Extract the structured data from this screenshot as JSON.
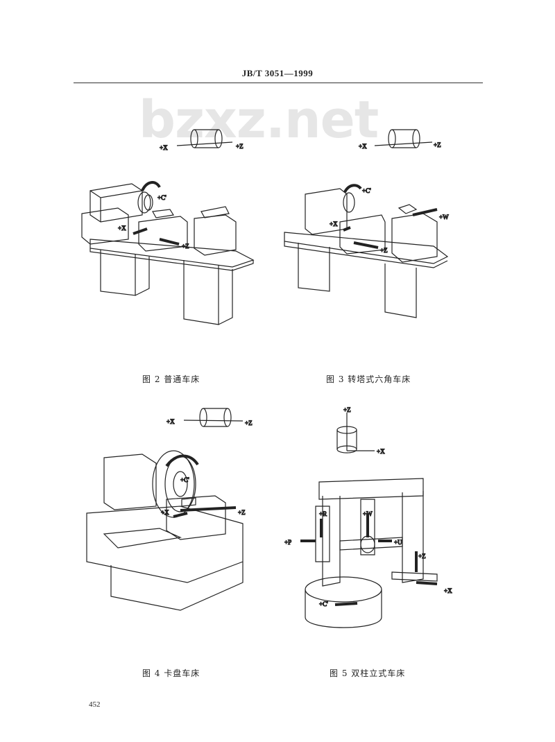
{
  "header": {
    "standard_no": "JB/T 3051—1999"
  },
  "watermark": "bzxz.net",
  "figures": [
    {
      "caption": "图 2   普通车床",
      "labels": {
        "x_axis": "+X",
        "z_axis": "+Z",
        "c": "+C'",
        "x": "+X",
        "z": "+Z"
      }
    },
    {
      "caption": "图 3   转塔式六角车床",
      "labels": {
        "x_axis": "+X",
        "z_axis": "+Z",
        "c": "+C'",
        "w": "+W",
        "x": "+X",
        "z": "+Z"
      }
    },
    {
      "caption": "图 4   卡盘车床",
      "labels": {
        "x_axis": "+X",
        "z_axis": "+Z",
        "c": "+C'",
        "x": "+X",
        "z": "+Z"
      }
    },
    {
      "caption": "图 5   双柱立式车床",
      "labels": {
        "z_axis": "+Z",
        "x_axis": "+X",
        "r": "+R",
        "w": "+W",
        "p": "+P",
        "u": "+U",
        "z": "+Z",
        "x": "+X",
        "c": "+C'"
      }
    }
  ],
  "page_number": "452"
}
